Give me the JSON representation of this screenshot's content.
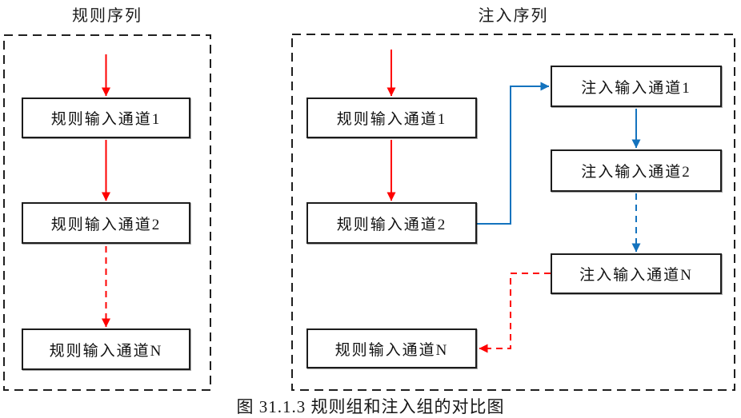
{
  "figure": {
    "caption": "图 31.1.3 规则组和注入组的对比图"
  },
  "rule_sequence": {
    "title": "规则序列",
    "boxes": [
      {
        "label": "规则输入通道1"
      },
      {
        "label": "规则输入通道2"
      },
      {
        "label": "规则输入通道N"
      }
    ]
  },
  "injection_sequence": {
    "title": "注入序列",
    "rule_boxes": [
      {
        "label": "规则输入通道1"
      },
      {
        "label": "规则输入通道2"
      },
      {
        "label": "规则输入通道N"
      }
    ],
    "injection_boxes": [
      {
        "label": "注入输入通道1"
      },
      {
        "label": "注入输入通道2"
      },
      {
        "label": "注入输入通道N"
      }
    ]
  },
  "colors": {
    "rule_arrow": "#fe0000",
    "injection_arrow": "#1473be",
    "frame_border": "#1f1f1f",
    "background": "#ffffff"
  }
}
